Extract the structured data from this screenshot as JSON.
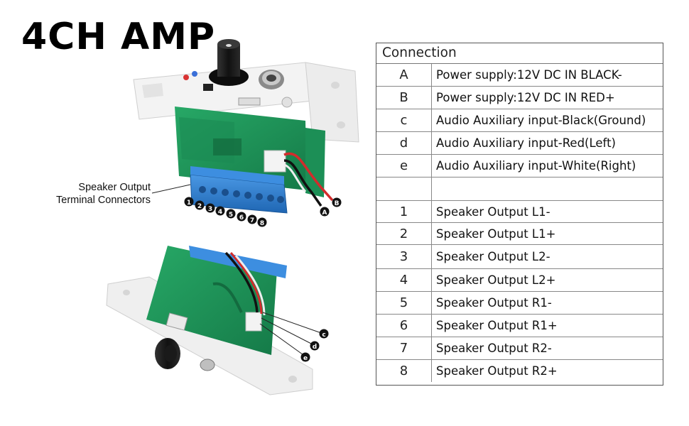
{
  "title": "4CH AMP",
  "callout": {
    "line1": "Speaker Output",
    "line2": "Terminal Connectors"
  },
  "terminal_numbers": [
    "1",
    "2",
    "3",
    "4",
    "5",
    "6",
    "7",
    "8"
  ],
  "wire_markers_top": [
    "B",
    "A"
  ],
  "wire_markers_bottom": [
    "c",
    "d",
    "e"
  ],
  "table": {
    "header": "Connection",
    "rows": [
      {
        "key": "A",
        "desc": "Power supply:12V DC IN BLACK-"
      },
      {
        "key": "B",
        "desc": "Power supply:12V DC IN RED+"
      },
      {
        "key": "c",
        "desc": "Audio Auxiliary input-Black(Ground)"
      },
      {
        "key": "d",
        "desc": "Audio Auxiliary input-Red(Left)"
      },
      {
        "key": "e",
        "desc": "Audio Auxiliary input-White(Right)"
      },
      {
        "key": "",
        "desc": ""
      },
      {
        "key": "1",
        "desc": "Speaker Output L1-"
      },
      {
        "key": "2",
        "desc": "Speaker Output L1+"
      },
      {
        "key": "3",
        "desc": "Speaker Output L2-"
      },
      {
        "key": "4",
        "desc": "Speaker Output L2+"
      },
      {
        "key": "5",
        "desc": "Speaker Output R1-"
      },
      {
        "key": "6",
        "desc": "Speaker Output R1+"
      },
      {
        "key": "7",
        "desc": "Speaker Output R2-"
      },
      {
        "key": "8",
        "desc": "Speaker Output R2+"
      }
    ]
  },
  "colors": {
    "pcb": "#1e9a5e",
    "terminal_blue": "#2d7fd2",
    "faceplate": "#f4f4f4",
    "knob": "#1b1b1b"
  }
}
